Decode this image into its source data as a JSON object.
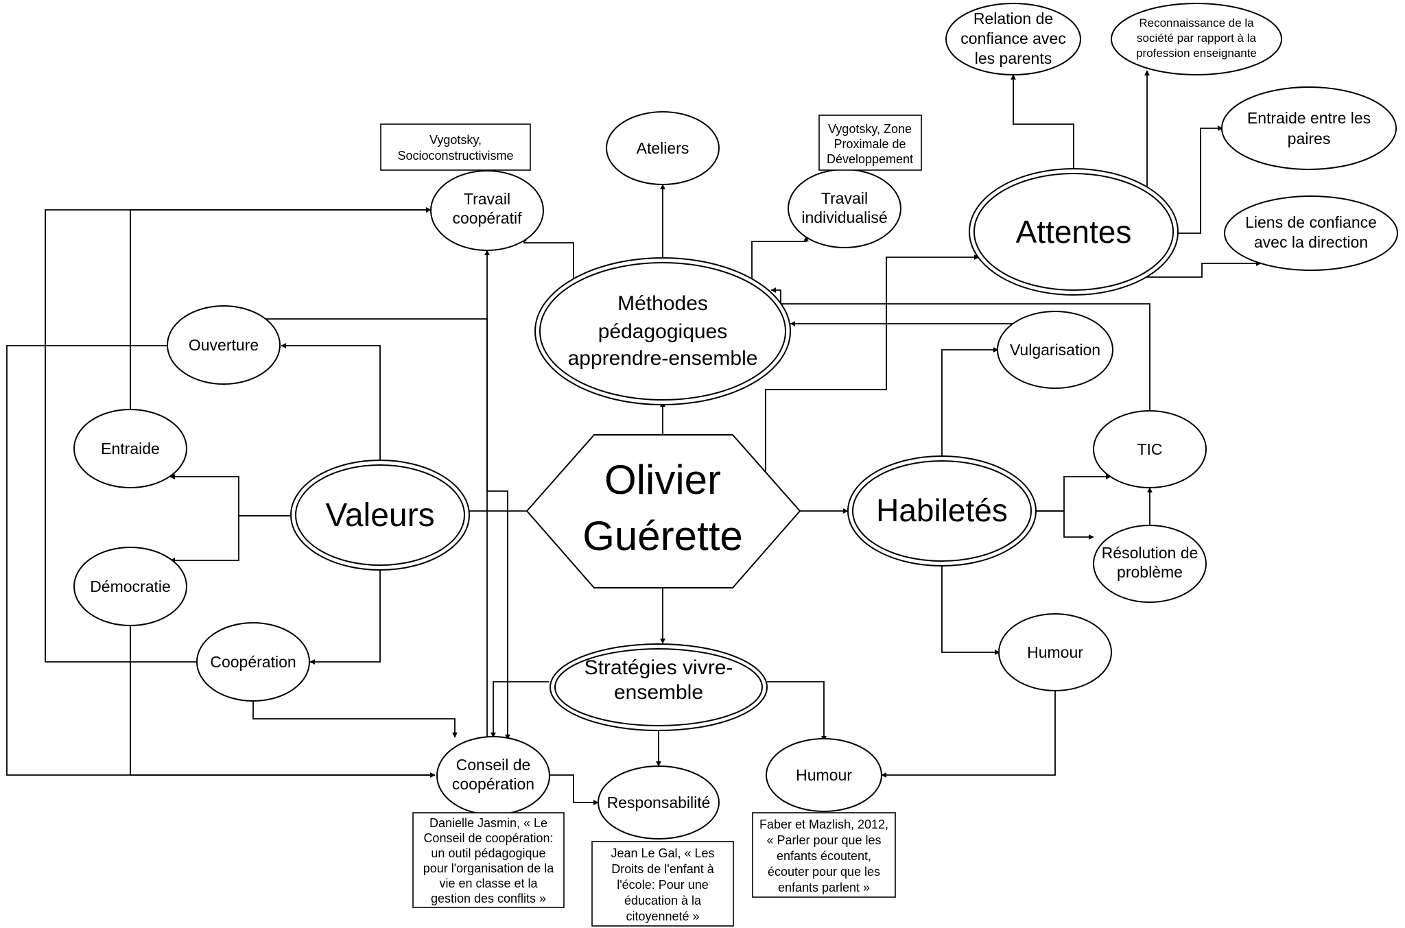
{
  "diagram": {
    "center": [
      "Olivier",
      "Guérette"
    ],
    "methodes": [
      "Méthodes",
      "pédagogiques",
      "apprendre-ensemble"
    ],
    "valeurs": "Valeurs",
    "habiletes": "Habiletés",
    "strategies": [
      "Stratégies vivre-",
      "ensemble"
    ],
    "attentes": "Attentes",
    "travail_cooperatif": [
      "Travail",
      "coopératif"
    ],
    "ateliers": "Ateliers",
    "travail_individualise": [
      "Travail",
      "individualisé"
    ],
    "ouverture": "Ouverture",
    "entraide": "Entraide",
    "democratie": "Démocratie",
    "cooperation": "Coopération",
    "conseil": [
      "Conseil de",
      "coopération"
    ],
    "responsabilite": "Responsabilité",
    "humour_strategies": "Humour",
    "humour_habiletes": "Humour",
    "vulgarisation": "Vulgarisation",
    "tic": "TIC",
    "resolution": [
      "Résolution de",
      "problème"
    ],
    "relation_parents": [
      "Relation de",
      "confiance avec",
      "les parents"
    ],
    "reconnaissance": [
      "Reconnaissance de la",
      "société par rapport à la",
      "profession enseignante"
    ],
    "entraide_paires": [
      "Entraide entre les",
      "paires"
    ],
    "liens_direction": [
      "Liens de confiance",
      "avec la direction"
    ],
    "ref_vygotsky_socio": [
      "Vygotsky,",
      "Socioconstructivisme"
    ],
    "ref_vygotsky_zone": [
      "Vygotsky, Zone",
      "Proximale de",
      "Développement"
    ],
    "ref_jasmin": [
      "Danielle Jasmin, « Le",
      "Conseil de coopération:",
      "un outil pédagogique",
      "pour l'organisation de la",
      "vie en classe et la",
      "gestion des conflits »"
    ],
    "ref_legal": [
      "Jean Le Gal, « Les",
      "Droits de l'enfant à",
      "l'école: Pour une",
      "éducation à la",
      "citoyenneté »"
    ],
    "ref_faber": [
      "Faber et Mazlish, 2012,",
      "« Parler pour que les",
      "enfants écoutent,",
      "écouter pour que les",
      "enfants parlent »"
    ]
  }
}
